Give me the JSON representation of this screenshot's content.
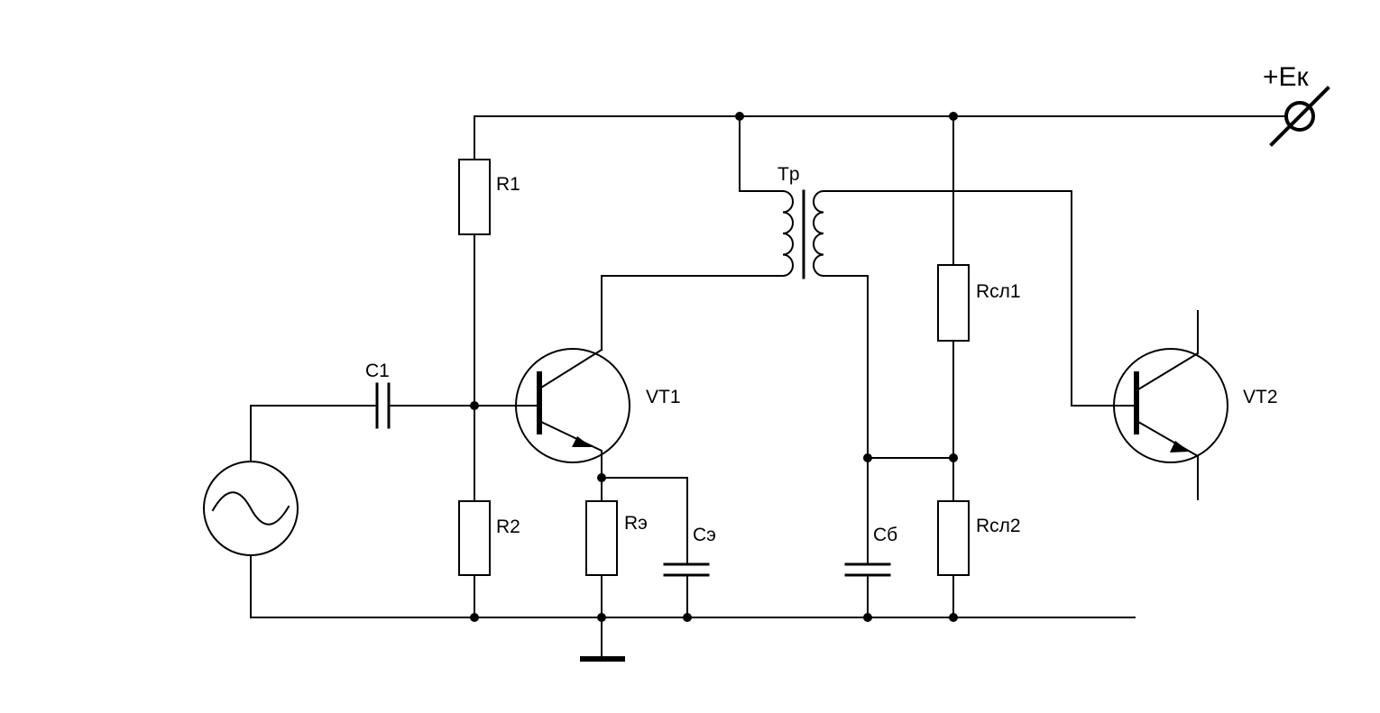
{
  "labels": {
    "supply": "+Eк",
    "r1": "R1",
    "r2": "R2",
    "re": "Rэ",
    "c1": "C1",
    "ce": "Cэ",
    "cb": "Cб",
    "rsl1": "Rсл1",
    "rsl2": "Rсл2",
    "tr": "Tр",
    "vt1": "VT1",
    "vt2": "VT2"
  }
}
